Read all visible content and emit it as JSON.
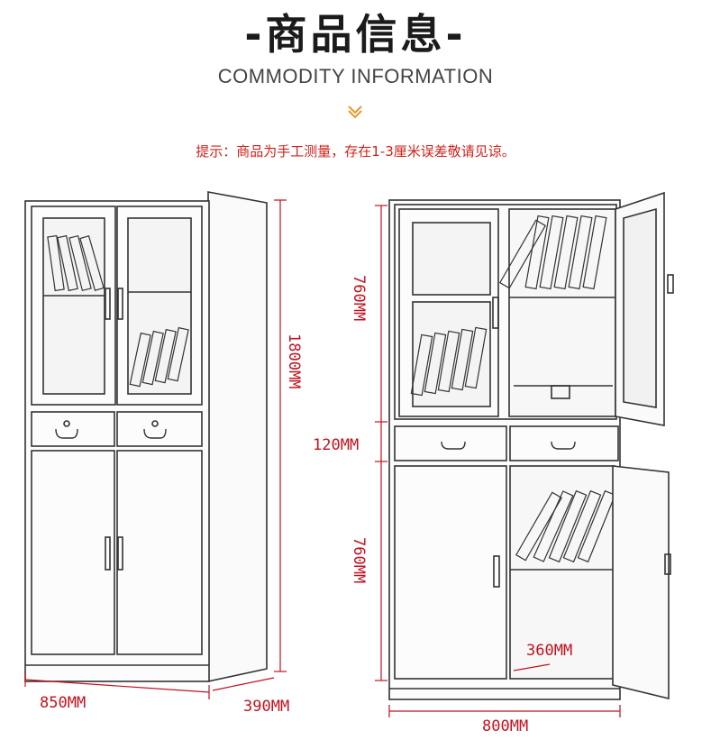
{
  "header": {
    "title": "-商品信息-",
    "subtitle": "COMMODITY INFORMATION",
    "note": "提示：商品为手工测量，存在1-3厘米误差敬请见谅。"
  },
  "dimensions": {
    "left_height": "1800MM",
    "left_width": "850MM",
    "left_depth": "390MM",
    "right_upper": "760MM",
    "right_drawer": "120MM",
    "right_lower": "760MM",
    "right_shelf_depth": "360MM",
    "right_width": "800MM"
  },
  "colors": {
    "dimension": "#c1121f",
    "note": "#d0211b",
    "chevron": "#e39a2b"
  }
}
